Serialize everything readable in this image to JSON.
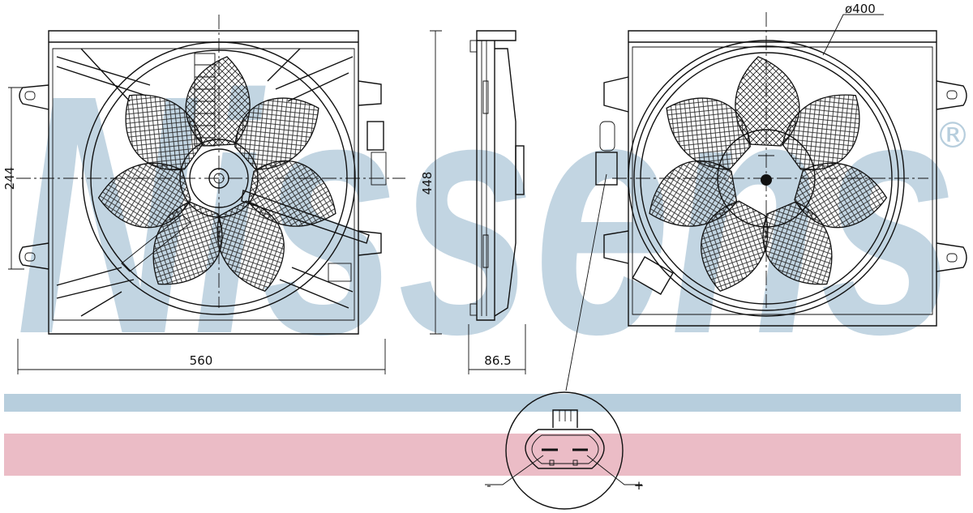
{
  "brand": {
    "watermark": "Nissens",
    "registered_mark": "®",
    "colors": {
      "watermark": "#b7cedd",
      "band_blue": "#b7cedd",
      "band_red": "#ebbcc6",
      "line": "#111111"
    }
  },
  "dimensions": {
    "width_front": "560",
    "height_left": "244",
    "height_overall": "448",
    "depth": "86.5",
    "fan_diameter": "ø400"
  },
  "connector": {
    "minus_label": "-",
    "plus_label": "+"
  }
}
